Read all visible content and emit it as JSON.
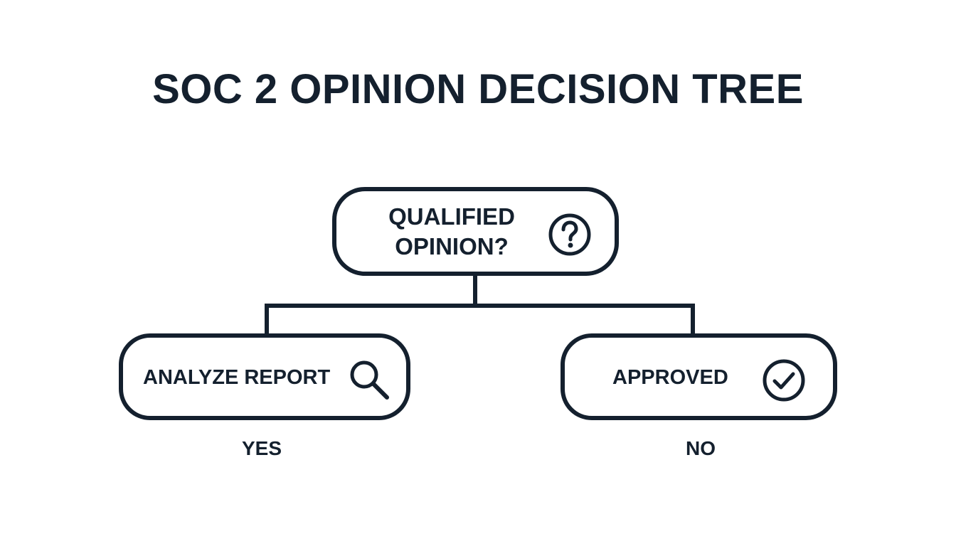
{
  "title": "SOC 2 OPINION DECISION TREE",
  "question_node": {
    "label": "QUALIFIED OPINION?",
    "icon": "question-circle-icon"
  },
  "yes_node": {
    "label": "ANALYZE REPORT",
    "icon": "magnifier-icon"
  },
  "no_node": {
    "label": "APPROVED",
    "icon": "checkmark-circle-icon"
  },
  "branches": {
    "yes_label": "YES",
    "no_label": "NO"
  },
  "colors": {
    "ink": "#14202e",
    "background": "#ffffff"
  }
}
